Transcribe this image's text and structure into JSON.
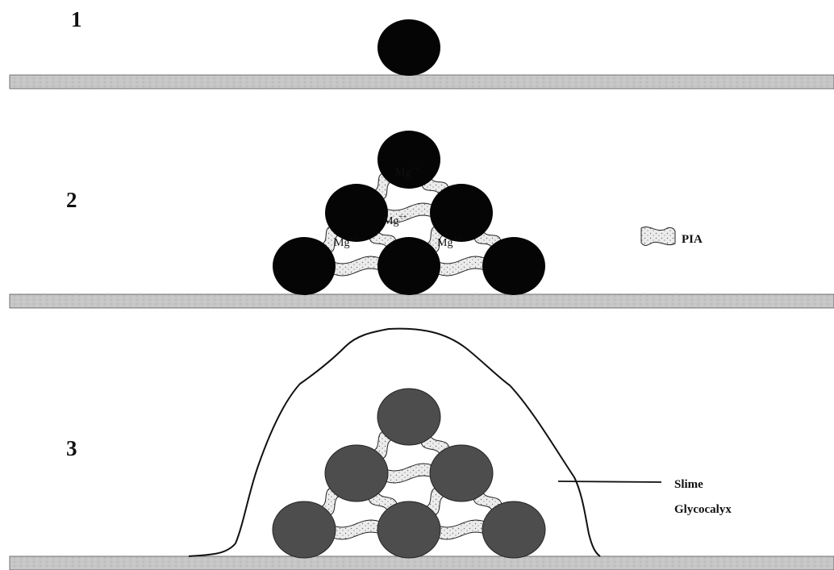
{
  "stages": [
    {
      "label": "1"
    },
    {
      "label": "2"
    },
    {
      "label": "3"
    }
  ],
  "ion_label": {
    "base": "Mg",
    "sup": "++"
  },
  "legend": {
    "label": "PIA"
  },
  "callout": {
    "line1": "Slime",
    "line2": "Glycocalyx"
  },
  "colors": {
    "surface": "#c6c6c6",
    "cell_black": "#050505",
    "cell_grey": "#4d4d4d",
    "pia_fill": "#ececec",
    "pia_dots": "#6d6d6d",
    "outline": "#111111"
  }
}
